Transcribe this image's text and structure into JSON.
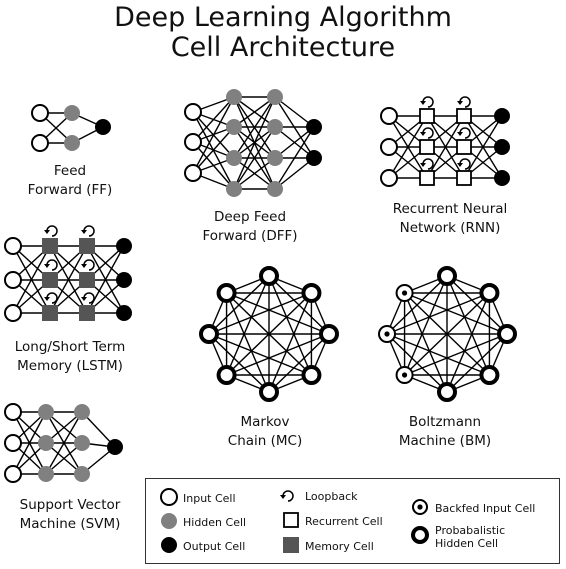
{
  "title": {
    "line1": "Deep Learning Algorithm",
    "line2": "Cell Architecture"
  },
  "networks": {
    "ff": {
      "line1": "Feed",
      "line2": "Forward (FF)"
    },
    "dff": {
      "line1": "Deep Feed",
      "line2": "Forward (DFF)"
    },
    "rnn": {
      "line1": "Recurrent Neural",
      "line2": "Network (RNN)"
    },
    "lstm": {
      "line1": "Long/Short Term",
      "line2": "Memory (LSTM)"
    },
    "mc": {
      "line1": "Markov",
      "line2": "Chain (MC)"
    },
    "bm": {
      "line1": "Boltzmann",
      "line2": "Machine (BM)"
    },
    "svm": {
      "line1": "Support Vector",
      "line2": "Machine (SVM)"
    }
  },
  "legend": {
    "input_cell": "Input Cell",
    "hidden_cell": "Hidden Cell",
    "output_cell": "Output Cell",
    "loopback": "Loopback",
    "recurrent_cell": "Recurrent Cell",
    "memory_cell": "Memory Cell",
    "backfed_input_cell": "Backfed Input Cell",
    "probabilistic_hidden_line1": "Probabalistic",
    "probabilistic_hidden_line2": "Hidden Cell"
  },
  "colors": {
    "input_fill": "#ffffff",
    "hidden_fill": "#808080",
    "output_fill": "#000000",
    "memory_fill": "#555555",
    "stroke": "#000000"
  }
}
